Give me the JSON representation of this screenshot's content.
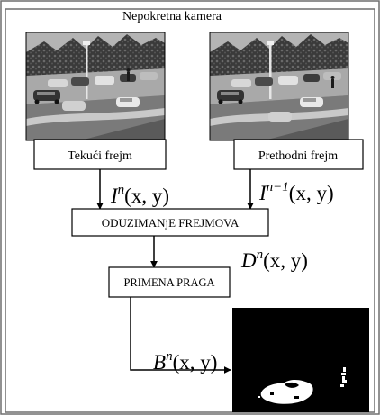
{
  "title": "Nepokretna kamera",
  "boxes": {
    "current_frame": "Tekući frejm",
    "previous_frame": "Prethodni frejm",
    "subtraction": "ODUZIMANjE FREJMOVA",
    "threshold": "PRIMENA PRAGA"
  },
  "equations": {
    "current": {
      "base": "I",
      "sup": "n",
      "args": "(x, y)"
    },
    "previous": {
      "base": "I",
      "sup": "n−1",
      "args": "(x, y)"
    },
    "difference": {
      "base": "D",
      "sup": "n",
      "args": "(x, y)"
    },
    "binary": {
      "base": "B",
      "sup": "n",
      "args": "(x, y)"
    }
  },
  "colors": {
    "frame_border": "#6f6f6f",
    "line": "#000000",
    "photo_sky": "#9a9a9a",
    "photo_road": "#8c8c8c",
    "photo_grass": "#5e5e5e",
    "mask_background": "#000000",
    "mask_foreground": "#ffffff"
  }
}
